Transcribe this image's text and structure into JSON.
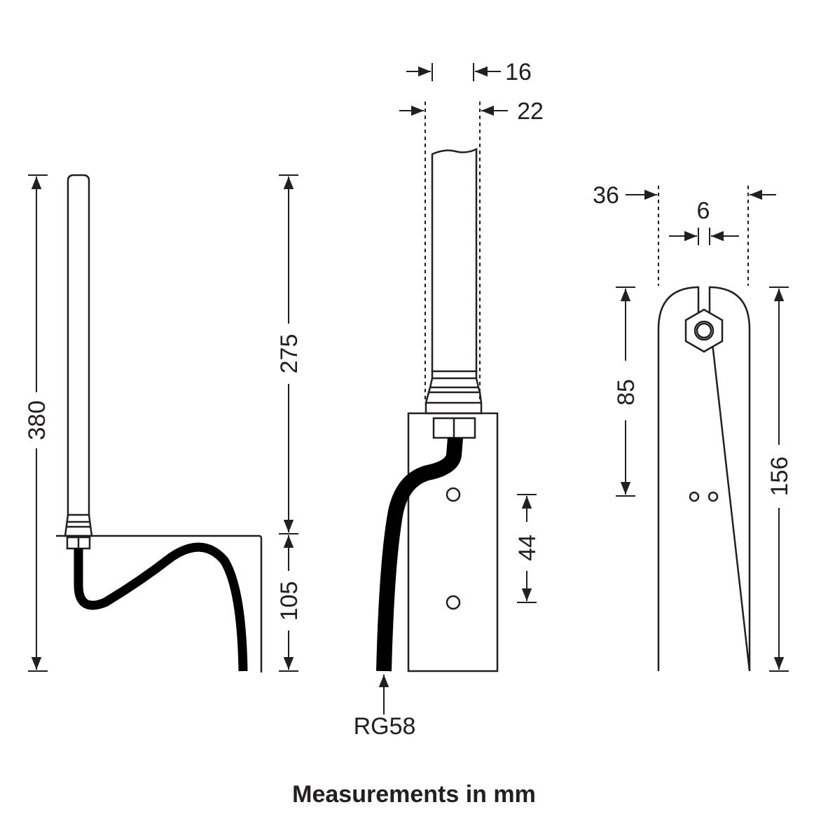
{
  "side_view": {
    "overall_height": "380",
    "antenna_height": "275",
    "bracket_height": "105"
  },
  "front_view": {
    "tube_diameter": "16",
    "connector_diameter": "22",
    "hole_spacing": "44",
    "cable_label": "RG58"
  },
  "bracket_view": {
    "bracket_width": "36",
    "slot_width": "6",
    "hole_height": "85",
    "bracket_height": "156"
  },
  "caption": "Measurements in mm",
  "colors": {
    "line": "#231f20",
    "background": "#ffffff"
  }
}
